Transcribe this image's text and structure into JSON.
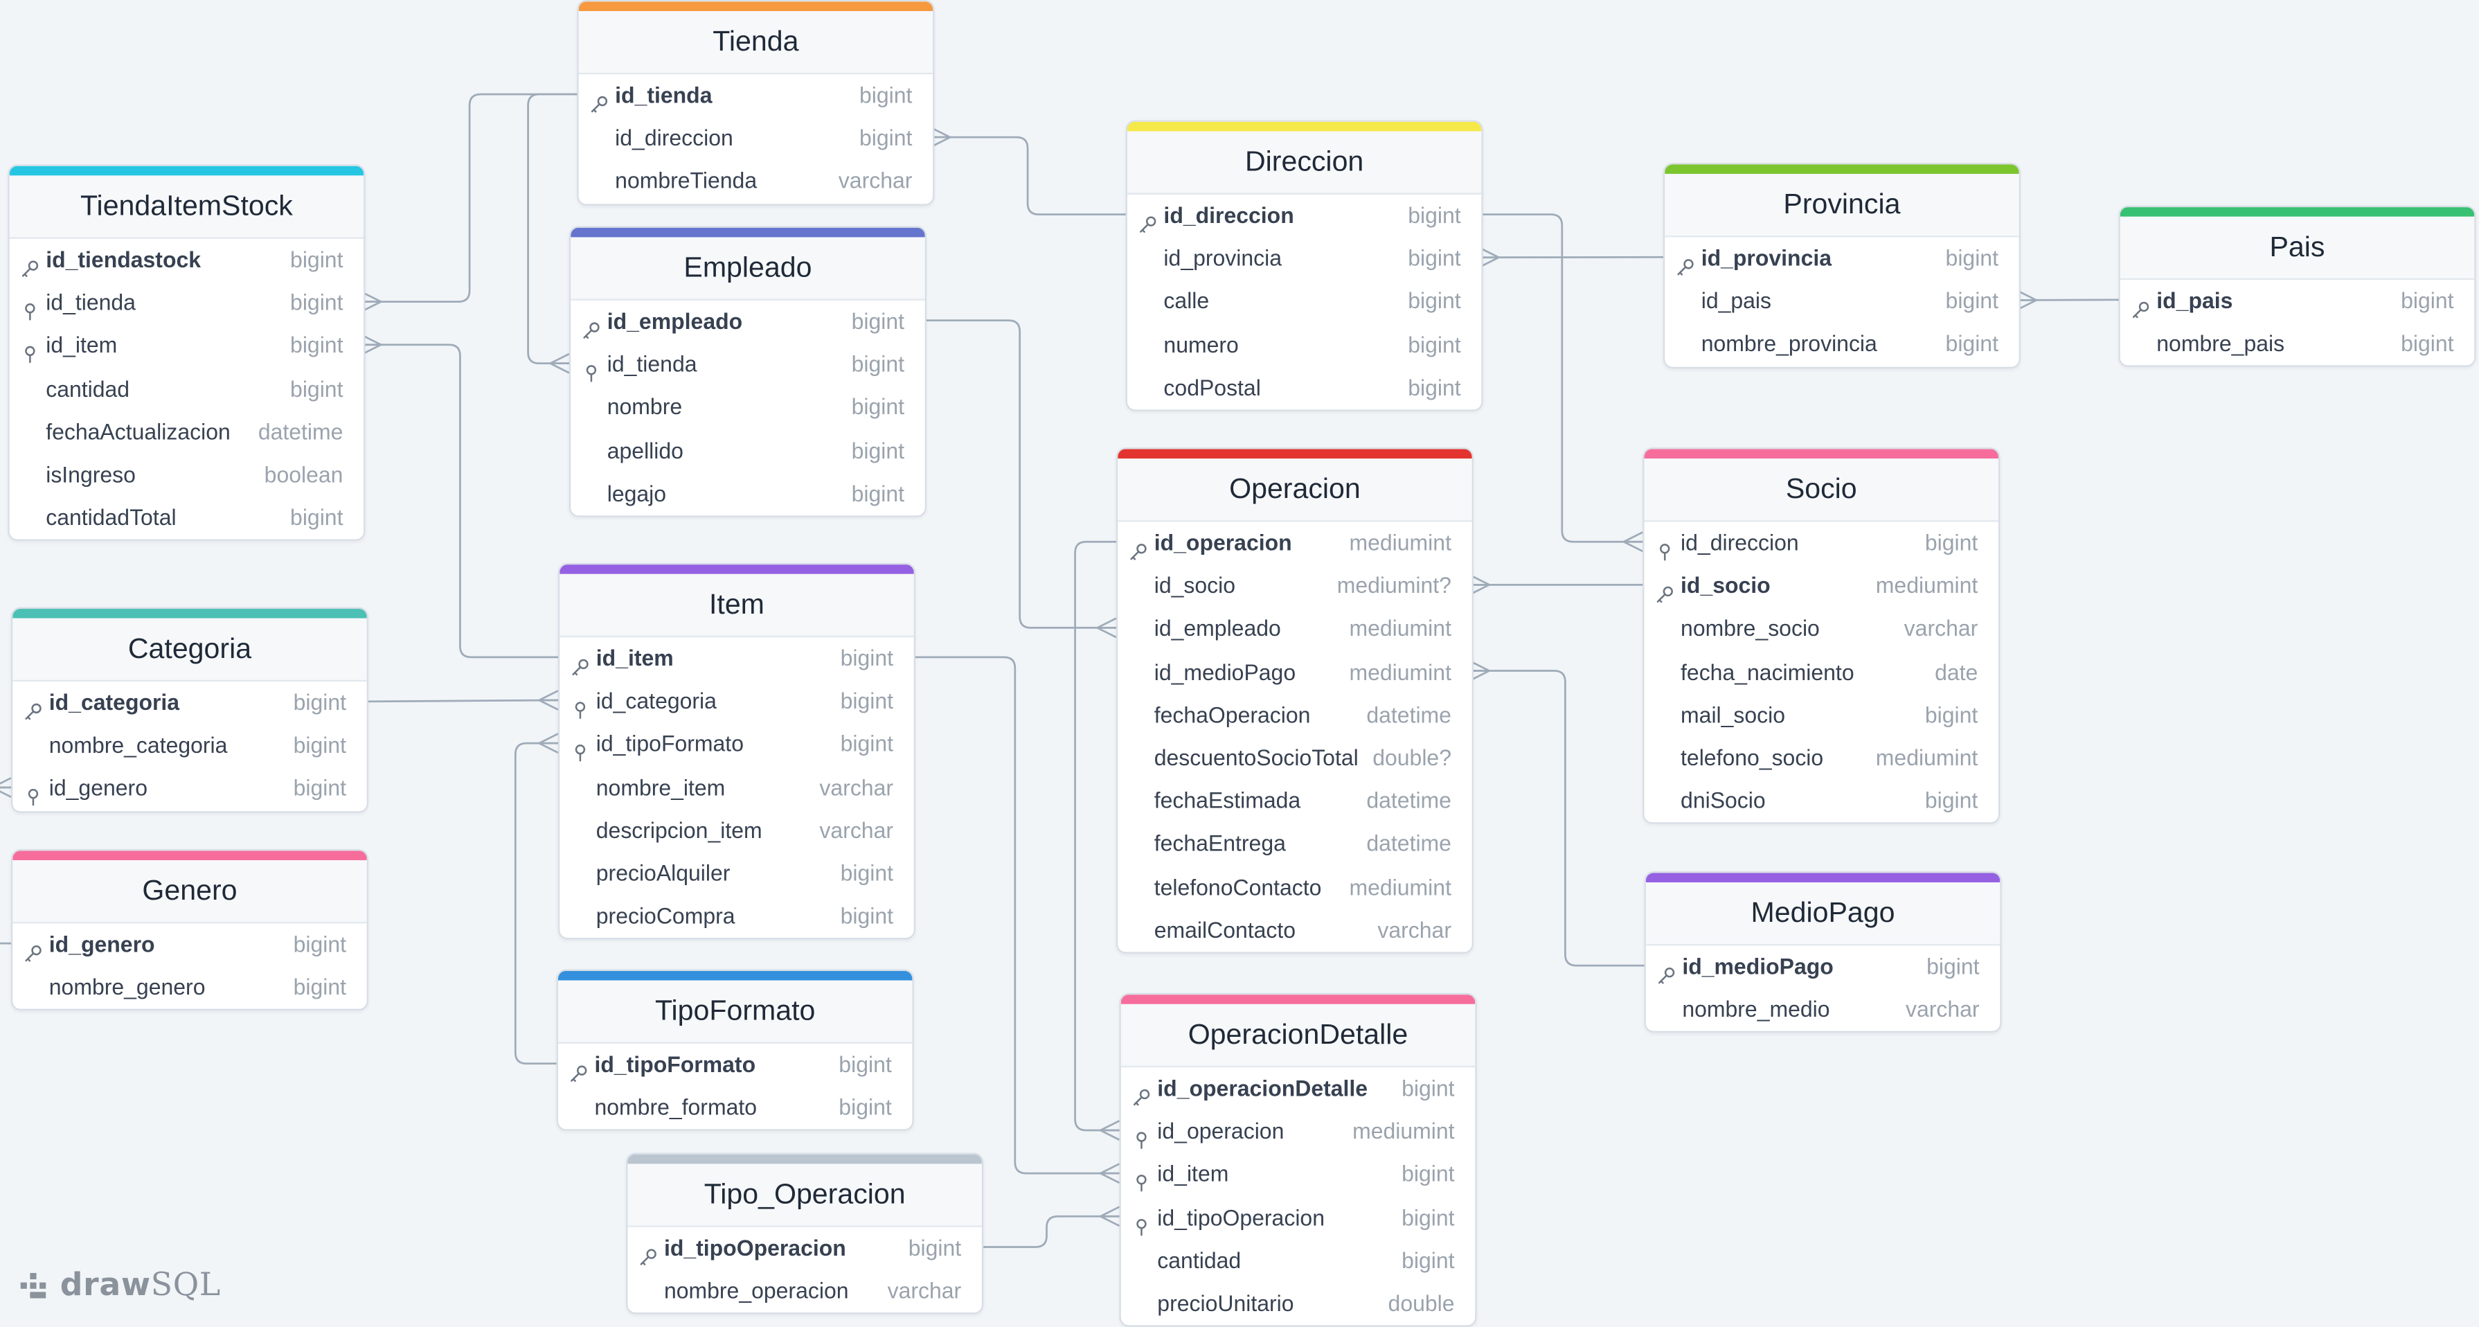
{
  "app": {
    "logo_bold": "draw",
    "logo_light": "SQL"
  },
  "colors": {
    "TiendaItemStock": "#26c6e2",
    "Tienda": "#f6993f",
    "Empleado": "#6574cd",
    "Direccion": "#f5e94a",
    "Provincia": "#7cc52f",
    "Pais": "#38c172",
    "Operacion": "#e3342f",
    "Socio": "#f66d9b",
    "Categoria": "#4dc0b5",
    "Item": "#9561e2",
    "Genero": "#f66d9b",
    "TipoFormato": "#3490dc",
    "OperacionDetalle": "#f66d9b",
    "Tipo_Operacion": "#bac5d0",
    "MedioPago": "#9561e2",
    "line": "#9fabb8"
  },
  "tables": [
    {
      "name": "Tienda",
      "columns": [
        {
          "name": "id_tienda",
          "type": "bigint",
          "key": "pk"
        },
        {
          "name": "id_direccion",
          "type": "bigint",
          "key": ""
        },
        {
          "name": "nombreTienda",
          "type": "varchar",
          "key": ""
        }
      ]
    },
    {
      "name": "TiendaItemStock",
      "columns": [
        {
          "name": "id_tiendastock",
          "type": "bigint",
          "key": "pk"
        },
        {
          "name": "id_tienda",
          "type": "bigint",
          "key": "fk"
        },
        {
          "name": "id_item",
          "type": "bigint",
          "key": "fk"
        },
        {
          "name": "cantidad",
          "type": "bigint",
          "key": ""
        },
        {
          "name": "fechaActualizacion",
          "type": "datetime",
          "key": ""
        },
        {
          "name": "isIngreso",
          "type": "boolean",
          "key": ""
        },
        {
          "name": "cantidadTotal",
          "type": "bigint",
          "key": ""
        }
      ]
    },
    {
      "name": "Empleado",
      "columns": [
        {
          "name": "id_empleado",
          "type": "bigint",
          "key": "pk"
        },
        {
          "name": "id_tienda",
          "type": "bigint",
          "key": "fk"
        },
        {
          "name": "nombre",
          "type": "bigint",
          "key": ""
        },
        {
          "name": "apellido",
          "type": "bigint",
          "key": ""
        },
        {
          "name": "legajo",
          "type": "bigint",
          "key": ""
        }
      ]
    },
    {
      "name": "Direccion",
      "columns": [
        {
          "name": "id_direccion",
          "type": "bigint",
          "key": "pk"
        },
        {
          "name": "id_provincia",
          "type": "bigint",
          "key": ""
        },
        {
          "name": "calle",
          "type": "bigint",
          "key": ""
        },
        {
          "name": "numero",
          "type": "bigint",
          "key": ""
        },
        {
          "name": "codPostal",
          "type": "bigint",
          "key": ""
        }
      ]
    },
    {
      "name": "Provincia",
      "columns": [
        {
          "name": "id_provincia",
          "type": "bigint",
          "key": "pk"
        },
        {
          "name": "id_pais",
          "type": "bigint",
          "key": ""
        },
        {
          "name": "nombre_provincia",
          "type": "bigint",
          "key": ""
        }
      ]
    },
    {
      "name": "Pais",
      "columns": [
        {
          "name": "id_pais",
          "type": "bigint",
          "key": "pk"
        },
        {
          "name": "nombre_pais",
          "type": "bigint",
          "key": ""
        }
      ]
    },
    {
      "name": "Operacion",
      "columns": [
        {
          "name": "id_operacion",
          "type": "mediumint",
          "key": "pk"
        },
        {
          "name": "id_socio",
          "type": "mediumint?",
          "key": ""
        },
        {
          "name": "id_empleado",
          "type": "mediumint",
          "key": ""
        },
        {
          "name": "id_medioPago",
          "type": "mediumint",
          "key": ""
        },
        {
          "name": "fechaOperacion",
          "type": "datetime",
          "key": ""
        },
        {
          "name": "descuentoSocioTotal",
          "type": "double?",
          "key": ""
        },
        {
          "name": "fechaEstimada",
          "type": "datetime",
          "key": ""
        },
        {
          "name": "fechaEntrega",
          "type": "datetime",
          "key": ""
        },
        {
          "name": "telefonoContacto",
          "type": "mediumint",
          "key": ""
        },
        {
          "name": "emailContacto",
          "type": "varchar",
          "key": ""
        }
      ]
    },
    {
      "name": "Socio",
      "columns": [
        {
          "name": "id_direccion",
          "type": "bigint",
          "key": "fk"
        },
        {
          "name": "id_socio",
          "type": "mediumint",
          "key": "pk"
        },
        {
          "name": "nombre_socio",
          "type": "varchar",
          "key": ""
        },
        {
          "name": "fecha_nacimiento",
          "type": "date",
          "key": ""
        },
        {
          "name": "mail_socio",
          "type": "bigint",
          "key": ""
        },
        {
          "name": "telefono_socio",
          "type": "mediumint",
          "key": ""
        },
        {
          "name": "dniSocio",
          "type": "bigint",
          "key": ""
        }
      ]
    },
    {
      "name": "Categoria",
      "columns": [
        {
          "name": "id_categoria",
          "type": "bigint",
          "key": "pk"
        },
        {
          "name": "nombre_categoria",
          "type": "bigint",
          "key": ""
        },
        {
          "name": "id_genero",
          "type": "bigint",
          "key": "fk"
        }
      ]
    },
    {
      "name": "Item",
      "columns": [
        {
          "name": "id_item",
          "type": "bigint",
          "key": "pk"
        },
        {
          "name": "id_categoria",
          "type": "bigint",
          "key": "fk"
        },
        {
          "name": "id_tipoFormato",
          "type": "bigint",
          "key": "fk"
        },
        {
          "name": "nombre_item",
          "type": "varchar",
          "key": ""
        },
        {
          "name": "descripcion_item",
          "type": "varchar",
          "key": ""
        },
        {
          "name": "precioAlquiler",
          "type": "bigint",
          "key": ""
        },
        {
          "name": "precioCompra",
          "type": "bigint",
          "key": ""
        }
      ]
    },
    {
      "name": "Genero",
      "columns": [
        {
          "name": "id_genero",
          "type": "bigint",
          "key": "pk"
        },
        {
          "name": "nombre_genero",
          "type": "bigint",
          "key": ""
        }
      ]
    },
    {
      "name": "TipoFormato",
      "columns": [
        {
          "name": "id_tipoFormato",
          "type": "bigint",
          "key": "pk"
        },
        {
          "name": "nombre_formato",
          "type": "bigint",
          "key": ""
        }
      ]
    },
    {
      "name": "MedioPago",
      "columns": [
        {
          "name": "id_medioPago",
          "type": "bigint",
          "key": "pk"
        },
        {
          "name": "nombre_medio",
          "type": "varchar",
          "key": ""
        }
      ]
    },
    {
      "name": "OperacionDetalle",
      "columns": [
        {
          "name": "id_operacionDetalle",
          "type": "bigint",
          "key": "pk"
        },
        {
          "name": "id_operacion",
          "type": "mediumint",
          "key": "fk"
        },
        {
          "name": "id_item",
          "type": "bigint",
          "key": "fk"
        },
        {
          "name": "id_tipoOperacion",
          "type": "bigint",
          "key": "fk"
        },
        {
          "name": "cantidad",
          "type": "bigint",
          "key": ""
        },
        {
          "name": "precioUnitario",
          "type": "double",
          "key": ""
        }
      ]
    },
    {
      "name": "Tipo_Operacion",
      "columns": [
        {
          "name": "id_tipoOperacion",
          "type": "bigint",
          "key": "pk"
        },
        {
          "name": "nombre_operacion",
          "type": "varchar",
          "key": ""
        }
      ]
    }
  ]
}
